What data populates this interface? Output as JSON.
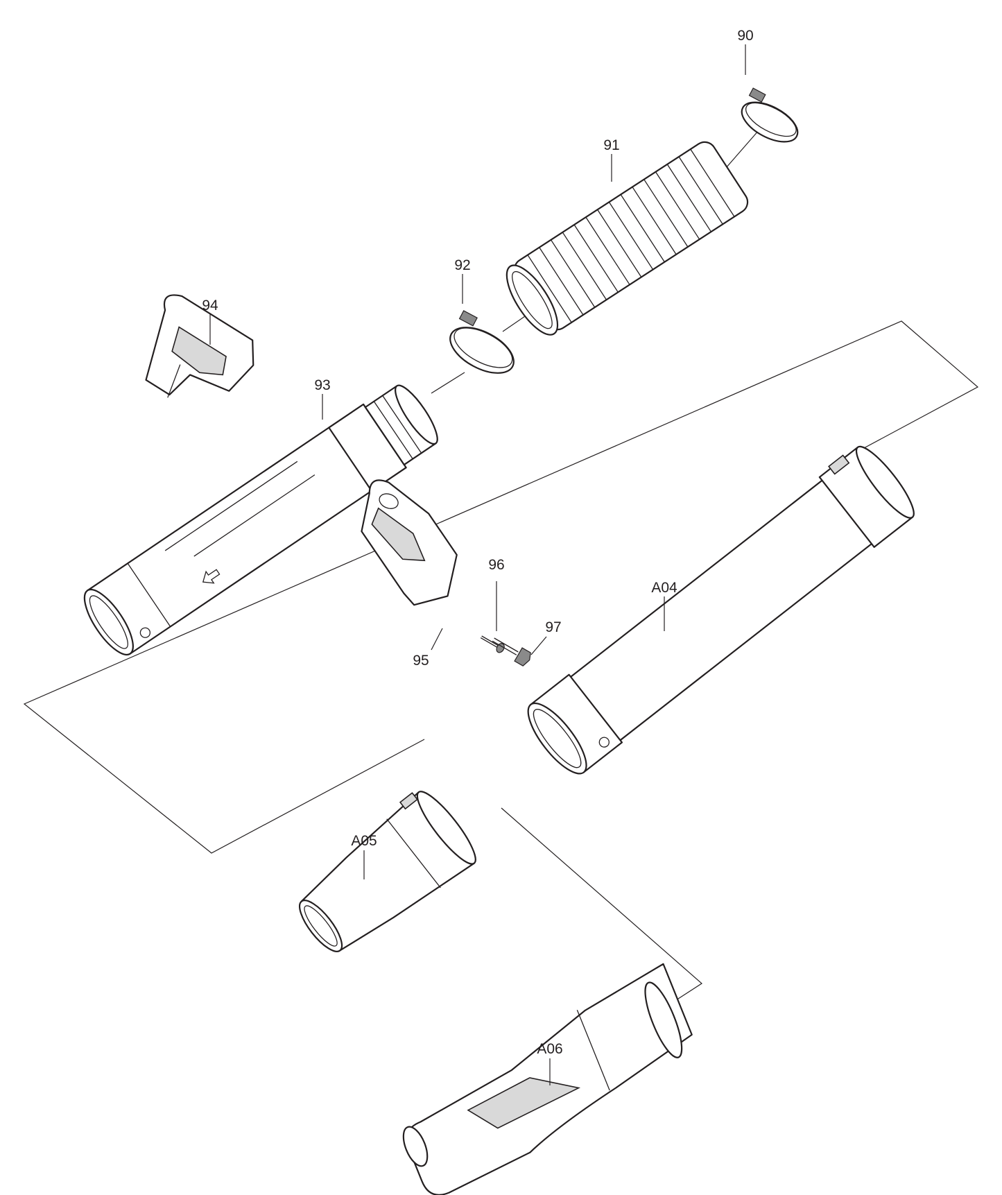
{
  "diagram": {
    "part_labels": [
      "90",
      "91",
      "92",
      "94",
      "93",
      "96",
      "A04",
      "97",
      "95",
      "A05",
      "A06"
    ]
  }
}
